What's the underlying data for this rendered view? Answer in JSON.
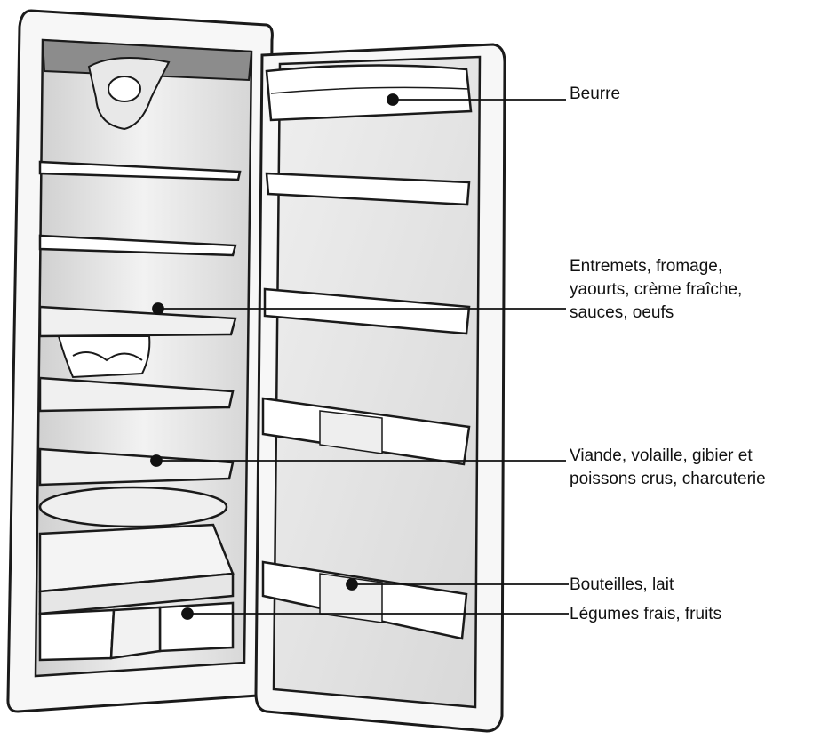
{
  "labels": {
    "beurre": [
      "Beurre"
    ],
    "entremets": [
      "Entremets, fromage,",
      "yaourts, crème fraîche,",
      "sauces, oeufs"
    ],
    "viande": [
      "Viande, volaille, gibier et",
      "poissons crus, charcuterie"
    ],
    "bouteilles": [
      "Bouteilles, lait"
    ],
    "legumes": [
      "Légumes frais, fruits"
    ]
  },
  "colors": {
    "line": "#111111",
    "sketch": "#1a1a1a",
    "shade": "#d9d9d9"
  }
}
